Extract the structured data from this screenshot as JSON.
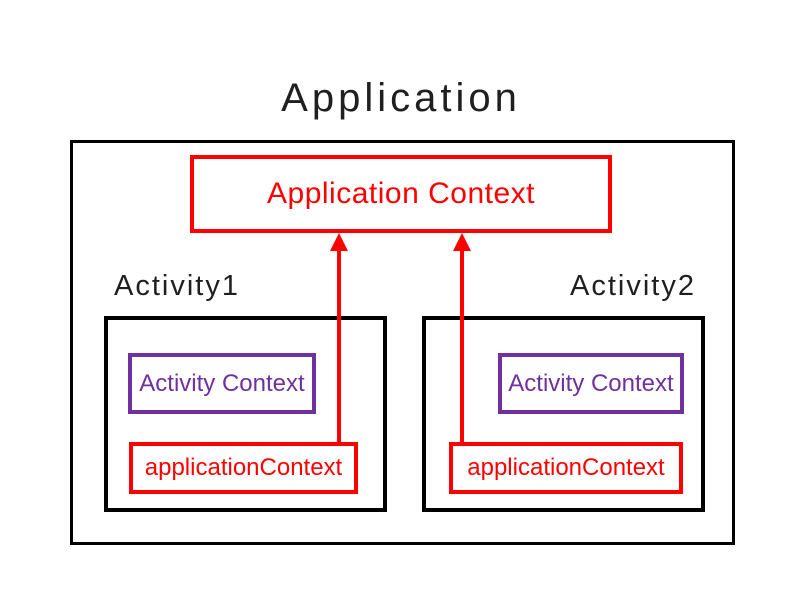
{
  "title": "Application",
  "application_context": {
    "label": "Application Context"
  },
  "activities": [
    {
      "name": "Activity1",
      "context_label": "Activity Context",
      "field_label": "applicationContext"
    },
    {
      "name": "Activity2",
      "context_label": "Activity Context",
      "field_label": "applicationContext"
    }
  ],
  "arrows": [
    {
      "from": "activity1.applicationContext",
      "to": "application_context",
      "direction": "up"
    },
    {
      "from": "activity2.applicationContext",
      "to": "application_context",
      "direction": "up"
    }
  ],
  "colors": {
    "accent_red": "#ff0000",
    "accent_purple": "#7030a0",
    "outline_black": "#000000",
    "title_text": "#1f1f1f",
    "background": "#ffffff"
  }
}
